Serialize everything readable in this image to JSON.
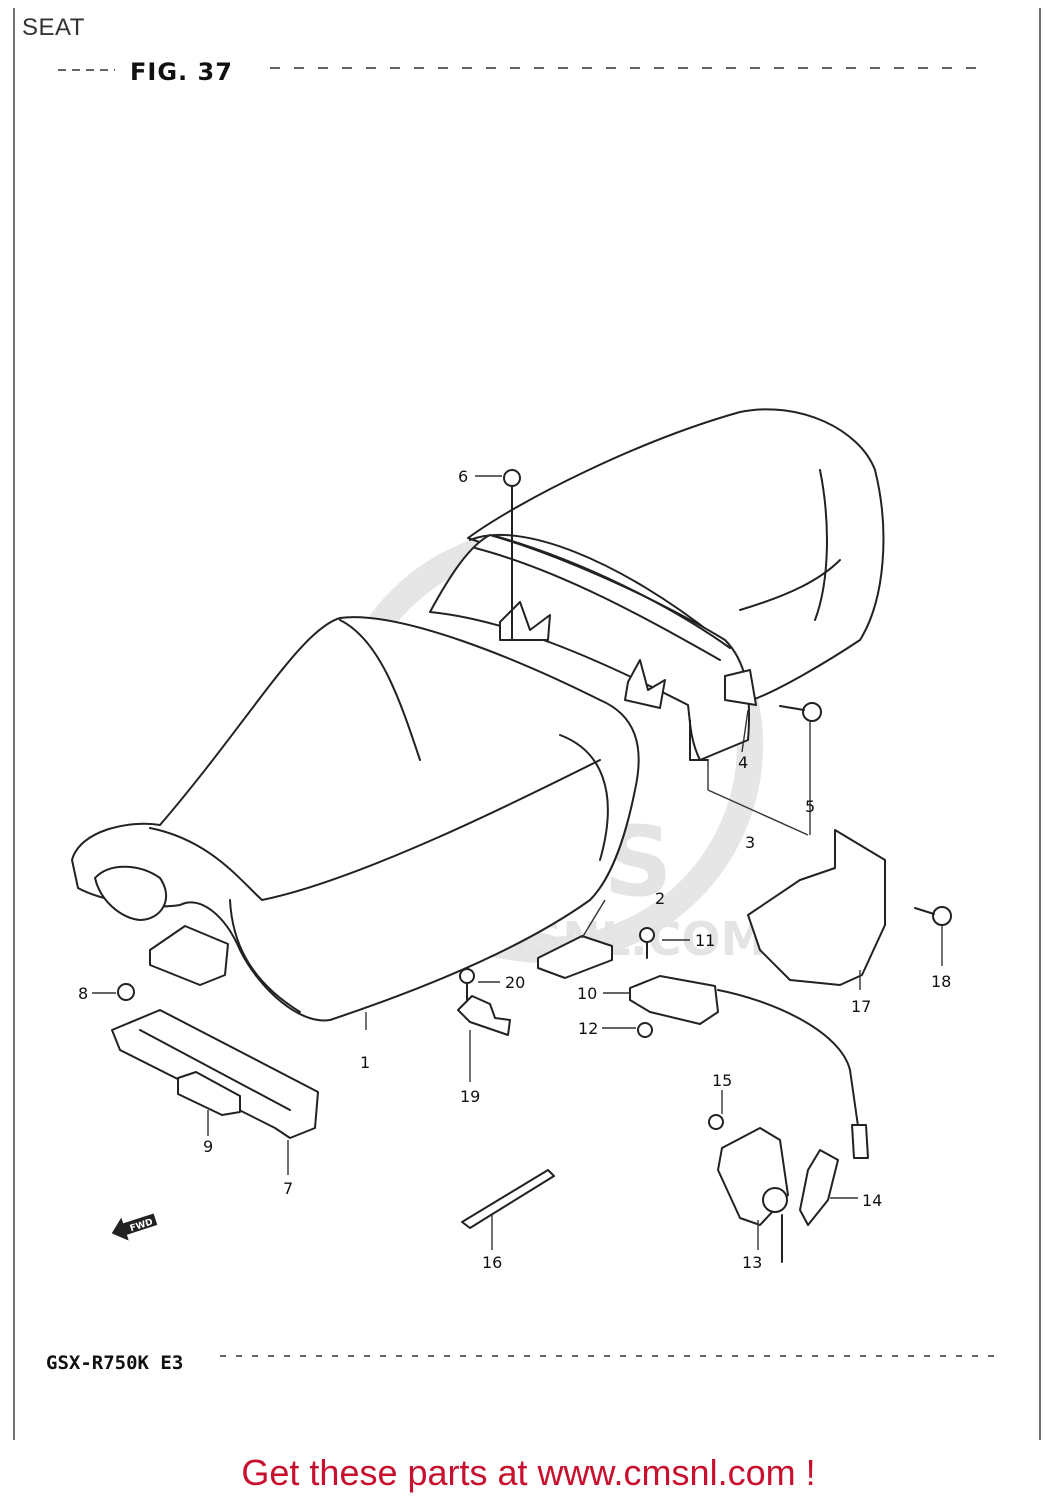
{
  "header": {
    "title": "SEAT",
    "figure": "FIG. 37"
  },
  "model": "GSX-R750K E3",
  "watermark": {
    "main": "CMS",
    "url": "WWW.CMSNL.COM"
  },
  "fwd_label": "FWD",
  "parts": [
    {
      "num": "1"
    },
    {
      "num": "2"
    },
    {
      "num": "3"
    },
    {
      "num": "4"
    },
    {
      "num": "5"
    },
    {
      "num": "6"
    },
    {
      "num": "7"
    },
    {
      "num": "8"
    },
    {
      "num": "9"
    },
    {
      "num": "10"
    },
    {
      "num": "11"
    },
    {
      "num": "12"
    },
    {
      "num": "13"
    },
    {
      "num": "14"
    },
    {
      "num": "15"
    },
    {
      "num": "16"
    },
    {
      "num": "17"
    },
    {
      "num": "18"
    },
    {
      "num": "19"
    },
    {
      "num": "20"
    }
  ],
  "footer": {
    "link_text": "Get these parts at www.cmsnl.com !"
  }
}
